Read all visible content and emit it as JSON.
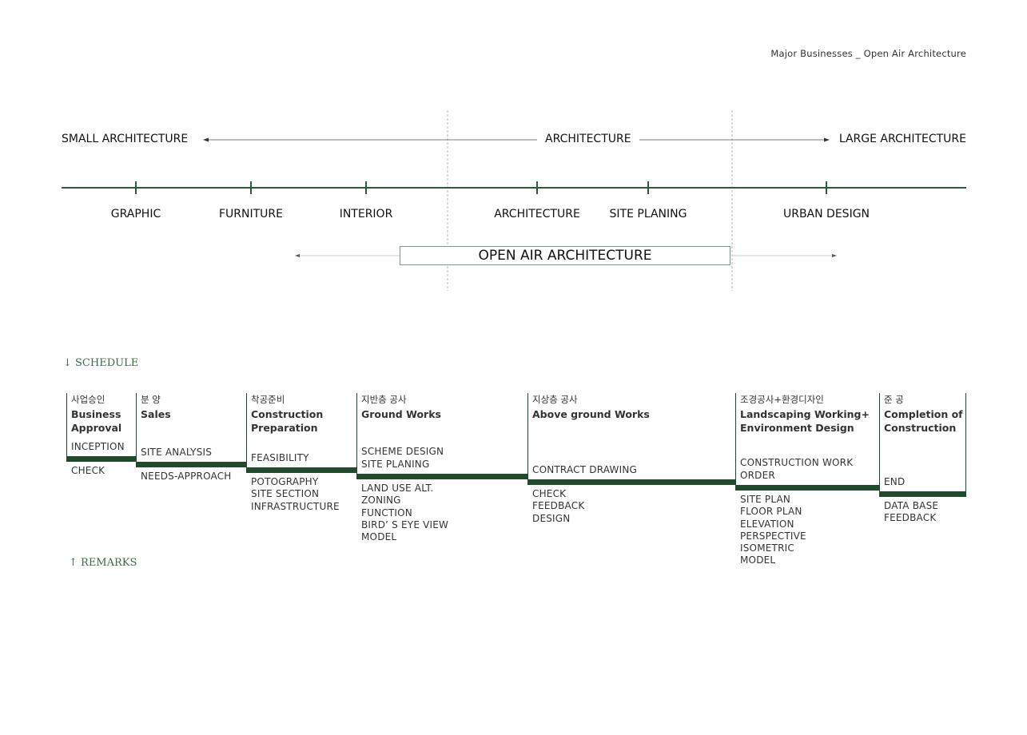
{
  "header": {
    "title": "Major Businesses _ Open Air Architecture"
  },
  "scale": {
    "left_label": "SMALL ARCHITECTURE",
    "center_label": "ARCHITECTURE",
    "right_label": "LARGE ARCHITECTURE",
    "ticks": [
      "GRAPHIC",
      "FURNITURE",
      "INTERIOR",
      "ARCHITECTURE",
      "SITE PLANING",
      "URBAN DESIGN"
    ],
    "focus_label": "OPEN AIR ARCHITECTURE"
  },
  "schedule": {
    "schedule_label": "↓ SCHEDULE",
    "remarks_label": "↑ REMARKS",
    "accent_color": "#1f4a2b",
    "stages": [
      {
        "ko": "사업승인",
        "en": "Business\nApproval",
        "schedule": "INCEPTION",
        "remarks": "CHECK"
      },
      {
        "ko": "분 양",
        "en": "Sales",
        "schedule": "SITE ANALYSIS",
        "remarks": "NEEDS-APPROACH"
      },
      {
        "ko": "착공준비",
        "en": "Construction\nPreparation",
        "schedule": "FEASIBILITY",
        "remarks": "POTOGRAPHY\nSITE SECTION\nINFRASTRUCTURE"
      },
      {
        "ko": "지반층 공사",
        "en": "Ground Works",
        "schedule": "SCHEME DESIGN\nSITE PLANING",
        "remarks": "LAND USE ALT.\nZONING\nFUNCTION\nBIRD’ S EYE VIEW\nMODEL"
      },
      {
        "ko": "지상층 공사",
        "en": "Above ground Works",
        "schedule": "CONTRACT DRAWING",
        "remarks": "CHECK\nFEEDBACK\nDESIGN"
      },
      {
        "ko": "조경공사+환경디자인",
        "en": "Landscaping Working+\nEnvironment Design",
        "schedule": "CONSTRUCTION WORK\nORDER",
        "remarks": "SITE PLAN\nFLOOR PLAN\nELEVATION\nPERSPECTIVE\nISOMETRIC\nMODEL"
      },
      {
        "ko": "준 공",
        "en": "Completion of\nConstruction",
        "schedule": "END",
        "remarks": "DATA BASE\nFEEDBACK"
      }
    ]
  }
}
